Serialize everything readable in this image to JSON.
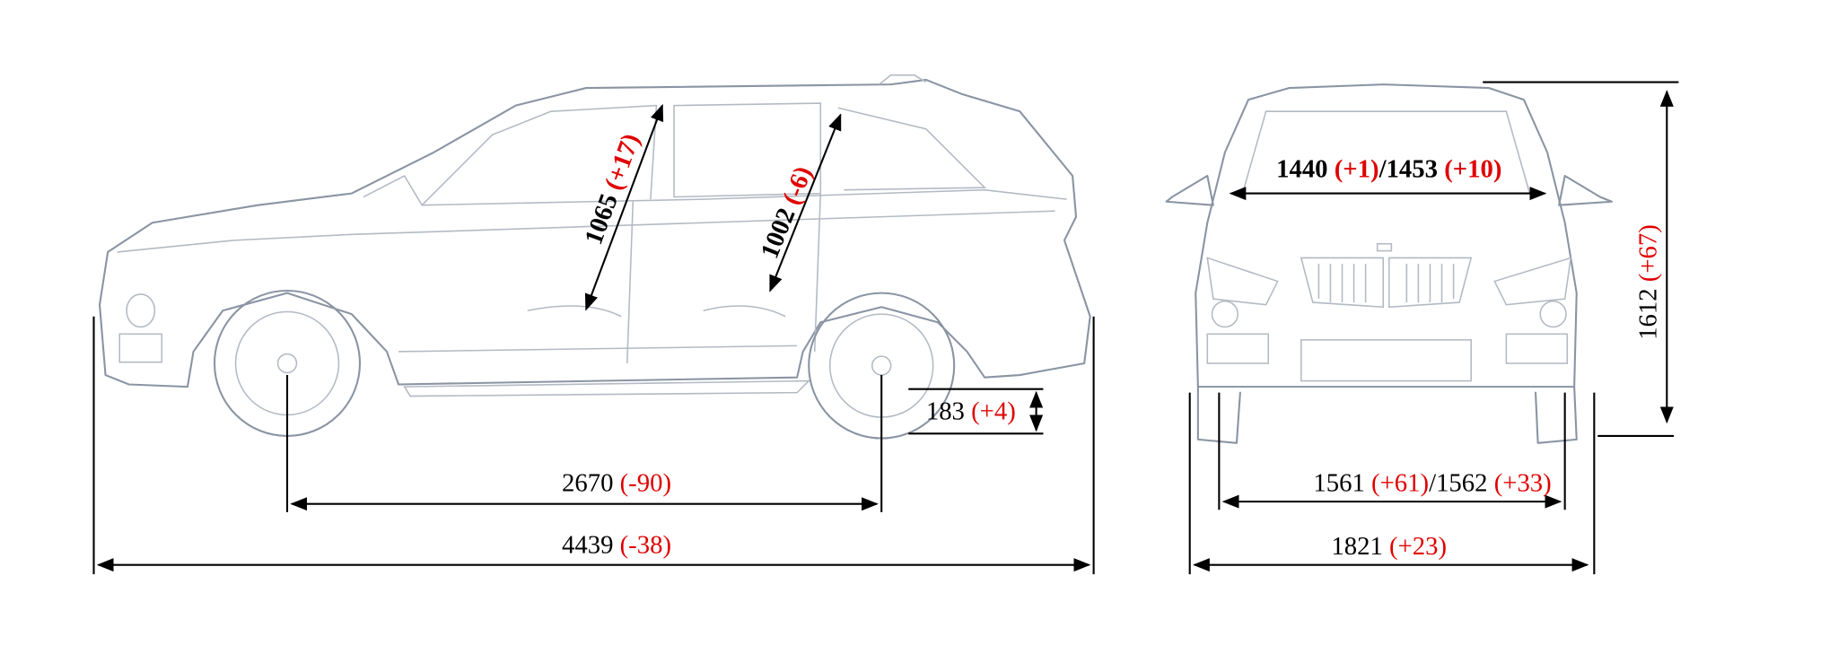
{
  "colors": {
    "dimension": "#000000",
    "delta": "#e00000",
    "drawing": "#8a94a3"
  },
  "side_view": {
    "overall_length": {
      "value": "4439",
      "delta": "(-38)"
    },
    "wheelbase": {
      "value": "2670",
      "delta": "(-90)"
    },
    "ground_clearance": {
      "value": "183",
      "delta": "(+4)"
    },
    "front_headroom": {
      "value": "1065",
      "delta": "(+17)"
    },
    "rear_headroom": {
      "value": "1002",
      "delta": "(-6)"
    }
  },
  "front_view": {
    "shoulder_width": {
      "value_front": "1440",
      "delta_front": "(+1)",
      "separator": "/",
      "value_rear": "1453",
      "delta_rear": "(+10)"
    },
    "track": {
      "value_front": "1561",
      "delta_front": "(+61)",
      "separator": "/",
      "value_rear": "1562",
      "delta_rear": "(+33)"
    },
    "overall_width": {
      "value": "1821",
      "delta": "(+23)"
    },
    "overall_height": {
      "value": "1612",
      "delta": "(+67)"
    }
  }
}
